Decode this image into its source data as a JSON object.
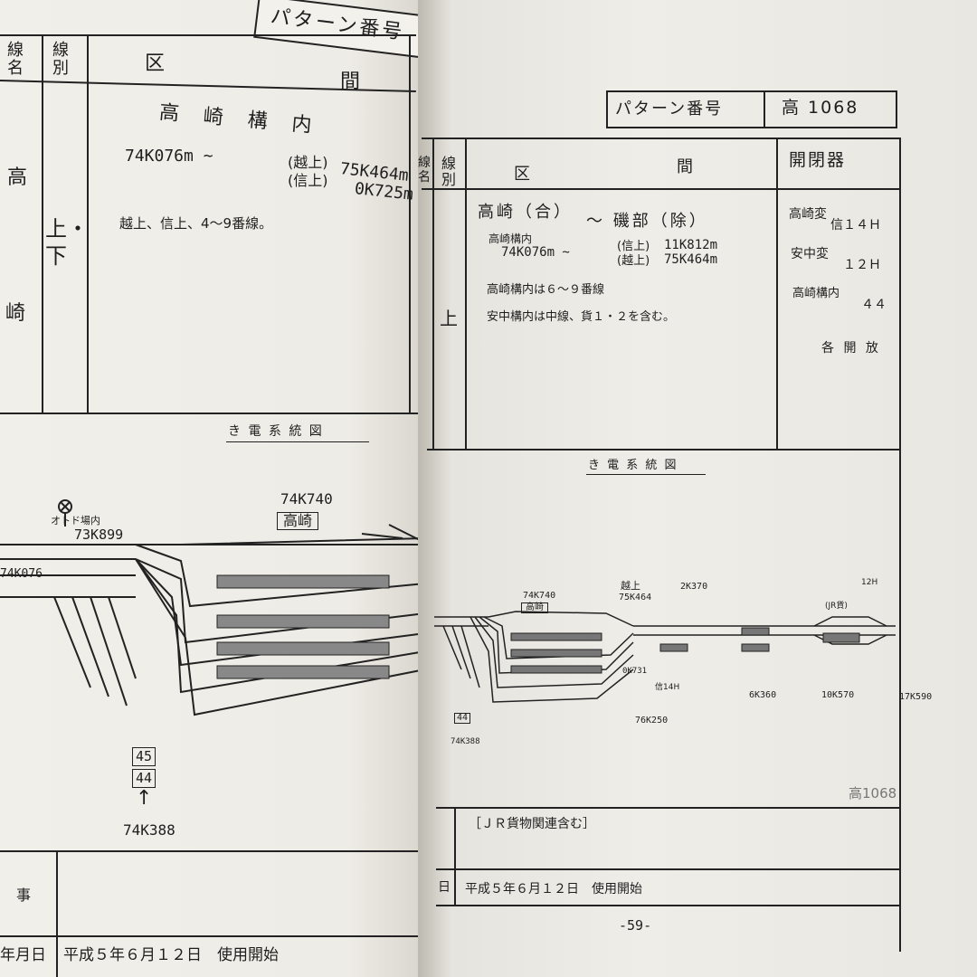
{
  "left_page": {
    "pattern_label": "パターン番号",
    "col_line_name": "線名",
    "col_line_type": "線別",
    "col_section_a": "区",
    "col_section_b": "間",
    "line_name_a": "高",
    "line_name_b": "崎",
    "line_type": "上・下",
    "section_title": "高 崎 構 内",
    "km_from": "74K076m ~",
    "km_to_1_label": "(越上)",
    "km_to_1": "75K464m",
    "km_to_2_label": "(信上)",
    "km_to_2": "0K725m",
    "note": "越上、信上、4～9番線。",
    "diagram_title": "き 電 系 統 図",
    "diag_km_top": "74K740",
    "diag_station": "高崎",
    "diag_label_a": "オトド場内",
    "diag_km_a": "73K899",
    "diag_km_b": "74K076",
    "diag_box_1": "45",
    "diag_box_2": "44",
    "diag_km_bottom": "74K388",
    "footer_label": "事",
    "footer_date_label": "年月日",
    "footer_date": "平成５年６月１２日　使用開始"
  },
  "right_page": {
    "pattern_label": "パターン番号",
    "pattern_number": "高 1068",
    "col_line_name": "線名",
    "col_line_type": "線別",
    "col_section_a": "区",
    "col_section_b": "間",
    "col_switch": "開閉器",
    "section_from": "高崎（合）",
    "section_to": "～ 磯部（除）",
    "sub_title": "高崎構内",
    "km_from": "74K076m ~",
    "km_to_1_label": "(信上)",
    "km_to_1": "11K812m",
    "km_to_2_label": "(越上)",
    "km_to_2": "75K464m",
    "note_1": "高崎構内は６～９番線",
    "note_2": "安中構内は中線、貨１・２を含む。",
    "line_type": "上",
    "switch_1_name": "高崎変",
    "switch_1_value": "信１４Ｈ",
    "switch_2_name": "安中変",
    "switch_2_value": "１２Ｈ",
    "switch_3_name": "高崎構内",
    "switch_3_value": "４４",
    "switch_all": "各 開 放",
    "diagram_title": "き 電 系 統 図",
    "diag_km_1": "74K740",
    "diag_station_1": "高崎",
    "diag_koshi": "越上",
    "diag_km_2": "75K464",
    "diag_km_3": "2K370",
    "diag_km_4": "0K731",
    "diag_label_14h": "信14H",
    "diag_km_5": "76K250",
    "diag_km_6": "6K360",
    "diag_km_7": "10K570",
    "diag_km_8": "17K590",
    "diag_km_12h": "12H",
    "diag_jr": "(JR貨)",
    "diag_box": "44",
    "diag_km_box": "74K388",
    "stamp": "高1068",
    "remark": "［ＪＲ貨物関連含む］",
    "date_label": "日",
    "date_text": "平成５年６月１２日　使用開始",
    "page_number": "-59-"
  }
}
